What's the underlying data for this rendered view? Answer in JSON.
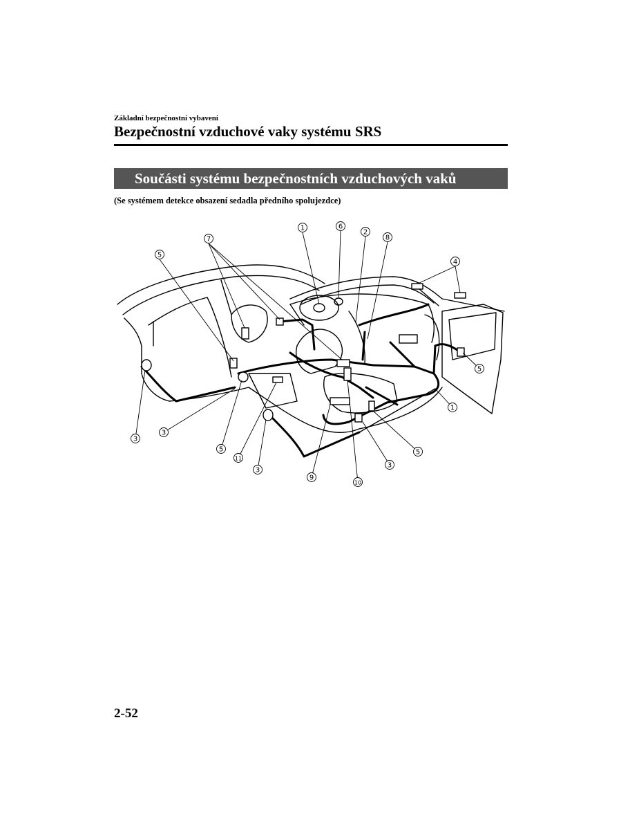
{
  "header": {
    "running_head": "Základní bezpečnostní vybavení",
    "section_title": "Bezpečnostní vzduchové vaky systému SRS"
  },
  "main": {
    "banner": "Součásti systému bezpečnostních vzduchových vaků",
    "subnote": "(Se systémem detekce obsazení sedadla předního spolujezdce)"
  },
  "figure": {
    "callouts": {
      "c1": "1",
      "c2": "2",
      "c3": "3",
      "c4": "4",
      "c5": "5",
      "c6": "6",
      "c7": "7",
      "c8": "8",
      "c9": "9",
      "c10": "10",
      "c11": "11"
    }
  },
  "footer": {
    "page_number": "2-52"
  }
}
